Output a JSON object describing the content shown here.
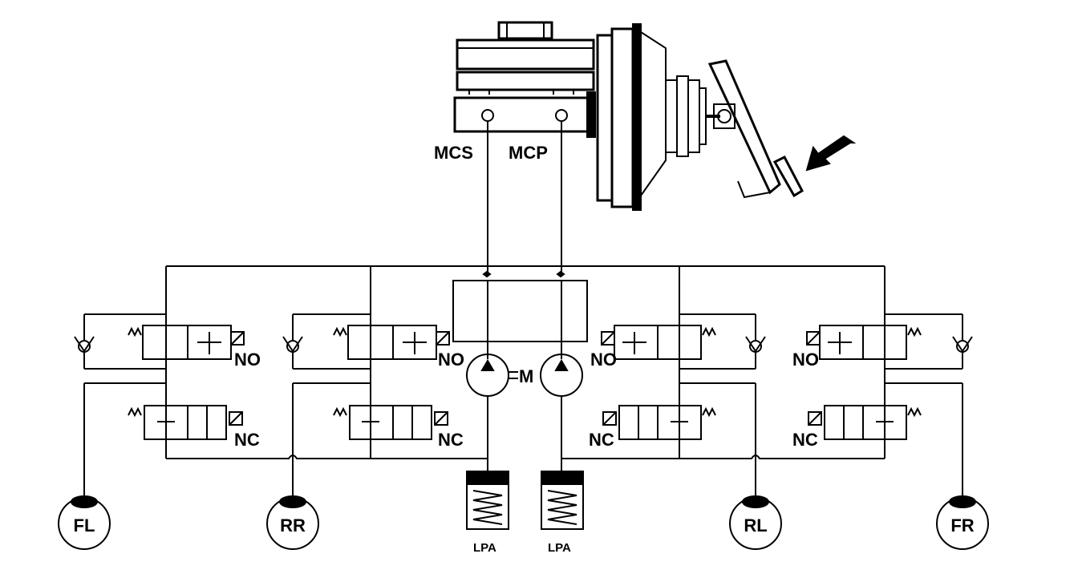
{
  "labels": {
    "mcs": "MCS",
    "mcp": "MCP",
    "motor": "M",
    "no_fl": "NO",
    "no_rr": "NO",
    "no_rl": "NO",
    "no_fr": "NO",
    "nc_fl": "NC",
    "nc_rr": "NC",
    "nc_rl": "NC",
    "nc_fr": "NC",
    "lpa_left": "LPA",
    "lpa_right": "LPA",
    "wheel_fl": "FL",
    "wheel_rr": "RR",
    "wheel_rl": "RL",
    "wheel_fr": "FR"
  }
}
